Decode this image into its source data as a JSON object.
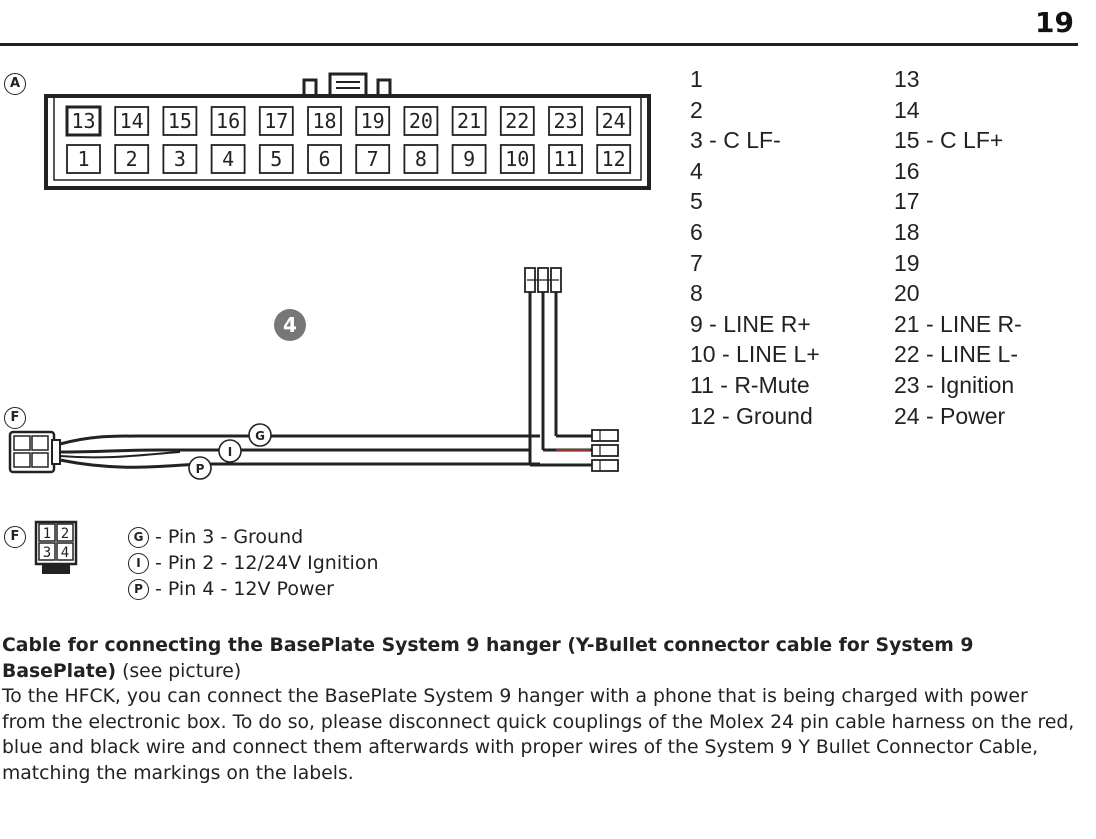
{
  "page_number": "19",
  "labels": {
    "connector_a": "A",
    "cable_f": "F",
    "cable_number": "4",
    "connector_f": "F",
    "wire_g": "G",
    "wire_i": "I",
    "wire_p": "P"
  },
  "connector_a": {
    "top_row": [
      "13",
      "14",
      "15",
      "16",
      "17",
      "18",
      "19",
      "20",
      "21",
      "22",
      "23",
      "24"
    ],
    "bottom_row": [
      "1",
      "2",
      "3",
      "4",
      "5",
      "6",
      "7",
      "8",
      "9",
      "10",
      "11",
      "12"
    ]
  },
  "connector_f": {
    "top_row": [
      "1",
      "2"
    ],
    "bottom_row": [
      "3",
      "4"
    ]
  },
  "pinout": {
    "left": [
      "1",
      "2",
      "3 - C LF-",
      "4",
      "5",
      "6",
      "7",
      "8",
      "9 - LINE R+",
      "10 - LINE L+",
      "11 - R-Mute",
      "12 - Ground"
    ],
    "right": [
      "13",
      "14",
      "15 - C LF+",
      "16",
      "17",
      "18",
      "19",
      "20",
      "21 - LINE R-",
      "22 - LINE L-",
      "23 - Ignition",
      "24 - Power"
    ]
  },
  "legend": [
    {
      "symbol": "G",
      "text": "- Pin 3 - Ground"
    },
    {
      "symbol": "I",
      "text": "- Pin 2 - 12/24V Ignition"
    },
    {
      "symbol": "P",
      "text": "- Pin 4 - 12V Power"
    }
  ],
  "description": {
    "heading": "Cable for connecting the BasePlate System 9 hanger (Y-Bullet connector cable for System 9 BasePlate)",
    "heading_note": " (see picture)",
    "body": "To the HFCK, you can connect the BasePlate System 9 hanger with a phone that is being charged with power from the electronic box. To do so, please disconnect quick couplings of the Molex 24 pin cable harness on the red, blue and black wire and connect them afterwards with proper wires of the System 9 Y Bullet Connector Cable, matching the markings on the labels."
  },
  "colors": {
    "ink": "#222222",
    "wire_red_accent": "#c0392b",
    "badge_gray": "#777777"
  }
}
